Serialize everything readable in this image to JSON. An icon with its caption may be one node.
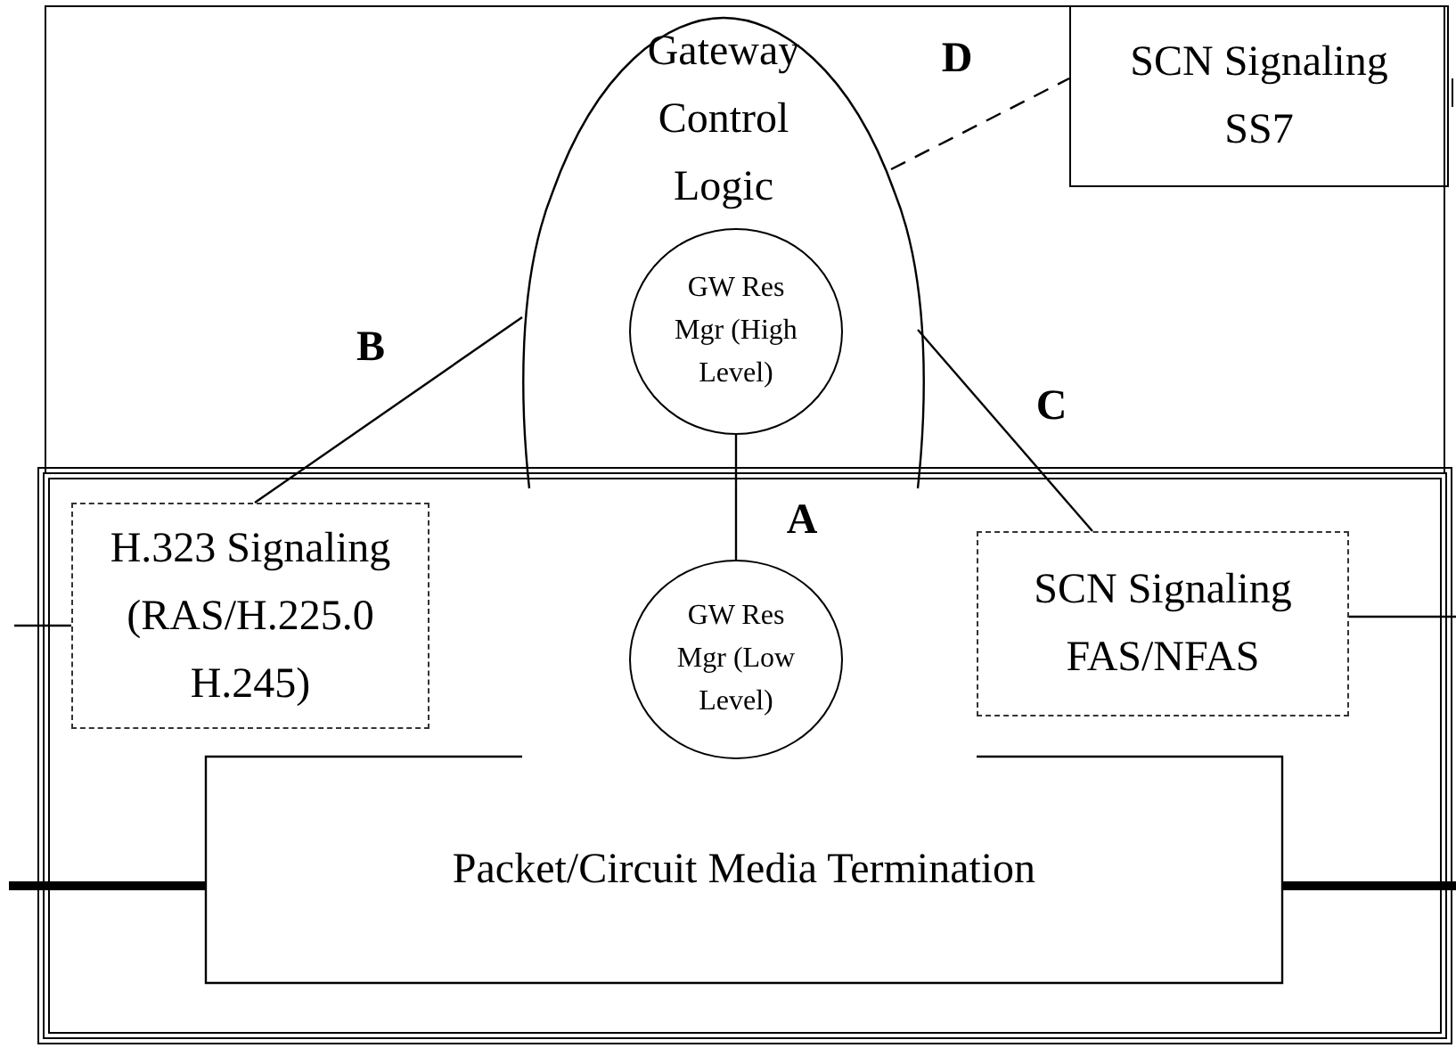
{
  "diagram": {
    "nodes": [
      {
        "text": [
          "Gateway Control Logic"
        ]
      },
      {
        "text": [
          "GW Res Mgr (High Level)"
        ],
        "in": 0
      },
      {
        "text": [
          "SCN Signaling SS7"
        ]
      },
      {
        "text": [
          "H.323 Signaling (RAS/H.225.0 H.245)"
        ]
      },
      {
        "text": [
          "GW Res Mgr (Low Level)"
        ]
      },
      {
        "text": [
          "SCN Signaling FAS/NFAS"
        ]
      },
      {
        "text": [
          "Packet/Circuit Media Termination"
        ]
      }
    ],
    "edges": [
      {
        "from": 0,
        "to": 2,
        "arrow": "none",
        "label": "D",
        "style": "dashed"
      },
      {
        "from": 0,
        "to": 3,
        "arrow": "none",
        "label": "B"
      },
      {
        "from": 0,
        "to": 5,
        "arrow": "none",
        "label": "C"
      },
      {
        "from": 1,
        "to": 4,
        "arrow": "none",
        "label": "A"
      },
      {
        "from": null,
        "to": 3,
        "arrow": "none"
      },
      {
        "from": 5,
        "to": null,
        "arrow": "none"
      },
      {
        "from": null,
        "to": 6,
        "arrow": "none",
        "style": "thick"
      },
      {
        "from": 6,
        "to": null,
        "arrow": "none",
        "style": "thick"
      }
    ]
  }
}
